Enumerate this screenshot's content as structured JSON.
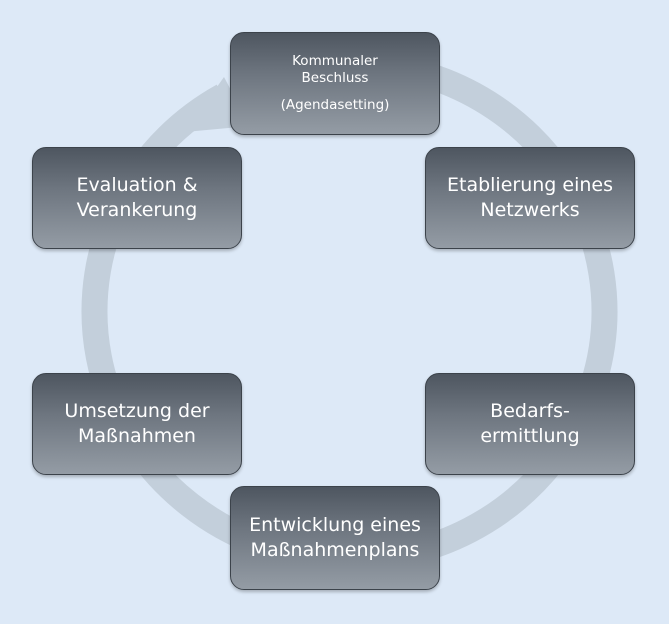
{
  "cycle": {
    "steps": [
      {
        "lines": [
          "Kommunaler",
          "Beschluss",
          "(Agendasetting)"
        ]
      },
      {
        "lines": [
          "Etablierung eines",
          "Netzwerks"
        ]
      },
      {
        "lines": [
          "Bedarfs-",
          "ermittlung"
        ]
      },
      {
        "lines": [
          "Entwicklung eines",
          "Maßnahmenplans"
        ]
      },
      {
        "lines": [
          "Umsetzung der",
          "Maßnahmen"
        ]
      },
      {
        "lines": [
          "Evaluation &",
          "Verankerung"
        ]
      }
    ],
    "colors": {
      "background": "#dde9f7",
      "ring": "#c3cfdb",
      "box_dark": "#4e5660",
      "box_light": "#949ca5",
      "text": "#ffffff"
    },
    "arrow_direction": "clockwise"
  }
}
